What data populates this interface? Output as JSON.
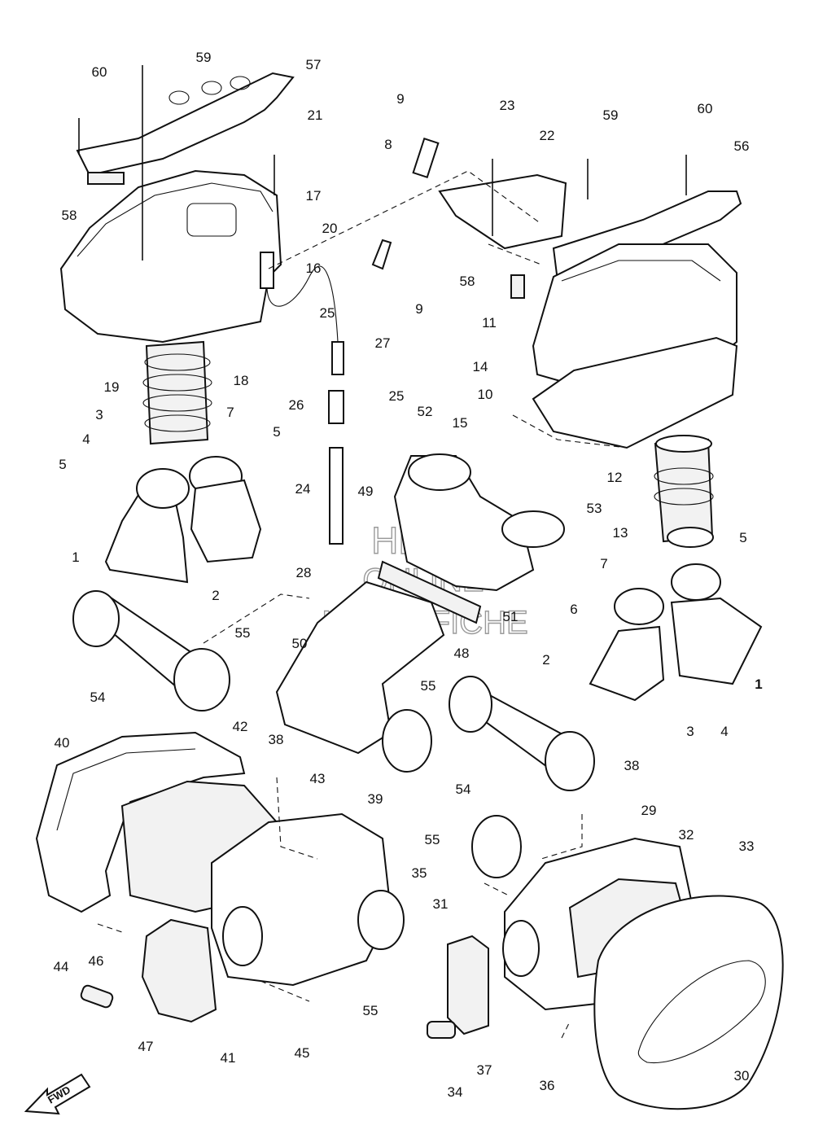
{
  "watermark": {
    "line1": "HLSM",
    "line2": "ONLINE",
    "line3": "MICROFICHE"
  },
  "direction_label": "FWD",
  "callouts": [
    {
      "key": "c60a",
      "text": "60"
    },
    {
      "key": "c59a",
      "text": "59"
    },
    {
      "key": "c57",
      "text": "57"
    },
    {
      "key": "c21",
      "text": "21"
    },
    {
      "key": "c17",
      "text": "17"
    },
    {
      "key": "c20",
      "text": "20"
    },
    {
      "key": "c16",
      "text": "16"
    },
    {
      "key": "c58a",
      "text": "58"
    },
    {
      "key": "c9a",
      "text": "9"
    },
    {
      "key": "c8",
      "text": "8"
    },
    {
      "key": "c23",
      "text": "23"
    },
    {
      "key": "c22",
      "text": "22"
    },
    {
      "key": "c59b",
      "text": "59"
    },
    {
      "key": "c60b",
      "text": "60"
    },
    {
      "key": "c56",
      "text": "56"
    },
    {
      "key": "c58b",
      "text": "58"
    },
    {
      "key": "c9b",
      "text": "9"
    },
    {
      "key": "c25a",
      "text": "25"
    },
    {
      "key": "c27",
      "text": "27"
    },
    {
      "key": "c11",
      "text": "11"
    },
    {
      "key": "c14",
      "text": "14"
    },
    {
      "key": "c10",
      "text": "10"
    },
    {
      "key": "c19",
      "text": "19"
    },
    {
      "key": "c18",
      "text": "18"
    },
    {
      "key": "c26",
      "text": "26"
    },
    {
      "key": "c25b",
      "text": "25"
    },
    {
      "key": "c52",
      "text": "52"
    },
    {
      "key": "c15",
      "text": "15"
    },
    {
      "key": "c3a",
      "text": "3"
    },
    {
      "key": "c7a",
      "text": "7"
    },
    {
      "key": "c5a",
      "text": "5"
    },
    {
      "key": "c4a",
      "text": "4"
    },
    {
      "key": "c5b",
      "text": "5"
    },
    {
      "key": "c24",
      "text": "24"
    },
    {
      "key": "c49",
      "text": "49"
    },
    {
      "key": "c53",
      "text": "53"
    },
    {
      "key": "c12",
      "text": "12"
    },
    {
      "key": "c13",
      "text": "13"
    },
    {
      "key": "c5c",
      "text": "5"
    },
    {
      "key": "c1a",
      "text": "1"
    },
    {
      "key": "c2a",
      "text": "2"
    },
    {
      "key": "c28",
      "text": "28"
    },
    {
      "key": "c7b",
      "text": "7"
    },
    {
      "key": "c51",
      "text": "51"
    },
    {
      "key": "c6",
      "text": "6"
    },
    {
      "key": "c55a",
      "text": "55"
    },
    {
      "key": "c50",
      "text": "50"
    },
    {
      "key": "c48",
      "text": "48"
    },
    {
      "key": "c54a",
      "text": "54"
    },
    {
      "key": "c2b",
      "text": "2"
    },
    {
      "key": "c1b",
      "text": "1"
    },
    {
      "key": "c55b",
      "text": "55"
    },
    {
      "key": "c3b",
      "text": "3"
    },
    {
      "key": "c4b",
      "text": "4"
    },
    {
      "key": "c40",
      "text": "40"
    },
    {
      "key": "c42",
      "text": "42"
    },
    {
      "key": "c38a",
      "text": "38"
    },
    {
      "key": "c54b",
      "text": "54"
    },
    {
      "key": "c38b",
      "text": "38"
    },
    {
      "key": "c43",
      "text": "43"
    },
    {
      "key": "c39",
      "text": "39"
    },
    {
      "key": "c29",
      "text": "29"
    },
    {
      "key": "c32",
      "text": "32"
    },
    {
      "key": "c33",
      "text": "33"
    },
    {
      "key": "c55c",
      "text": "55"
    },
    {
      "key": "c35",
      "text": "35"
    },
    {
      "key": "c46",
      "text": "46"
    },
    {
      "key": "c31",
      "text": "31"
    },
    {
      "key": "c44",
      "text": "44"
    },
    {
      "key": "c55d",
      "text": "55"
    },
    {
      "key": "c47",
      "text": "47"
    },
    {
      "key": "c41",
      "text": "41"
    },
    {
      "key": "c45",
      "text": "45"
    },
    {
      "key": "c37",
      "text": "37"
    },
    {
      "key": "c36",
      "text": "36"
    },
    {
      "key": "c30",
      "text": "30"
    },
    {
      "key": "c34",
      "text": "34"
    }
  ]
}
